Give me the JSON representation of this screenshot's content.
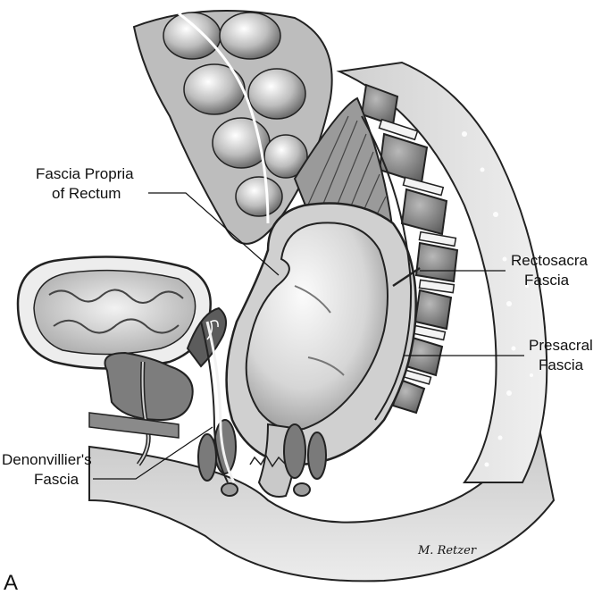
{
  "labels": {
    "fascia_propria_line1": "Fascia Propria",
    "fascia_propria_line2": "of Rectum",
    "rectosacral_line1": "Rectosacra",
    "rectosacral_line2": "Fascia",
    "presacral_line1": "Presacral",
    "presacral_line2": "Fascia",
    "denonvillier_line1": "Denonvillier's",
    "denonvillier_line2": "Fascia"
  },
  "panel_letter": "A",
  "signature": "M. Retzer",
  "colors": {
    "background": "#ffffff",
    "ink": "#111111",
    "tissue_light": "#e8e8e8",
    "tissue_mid": "#a9a9a9",
    "tissue_dark": "#5a5a5a",
    "bone": "#8f8f8f"
  }
}
